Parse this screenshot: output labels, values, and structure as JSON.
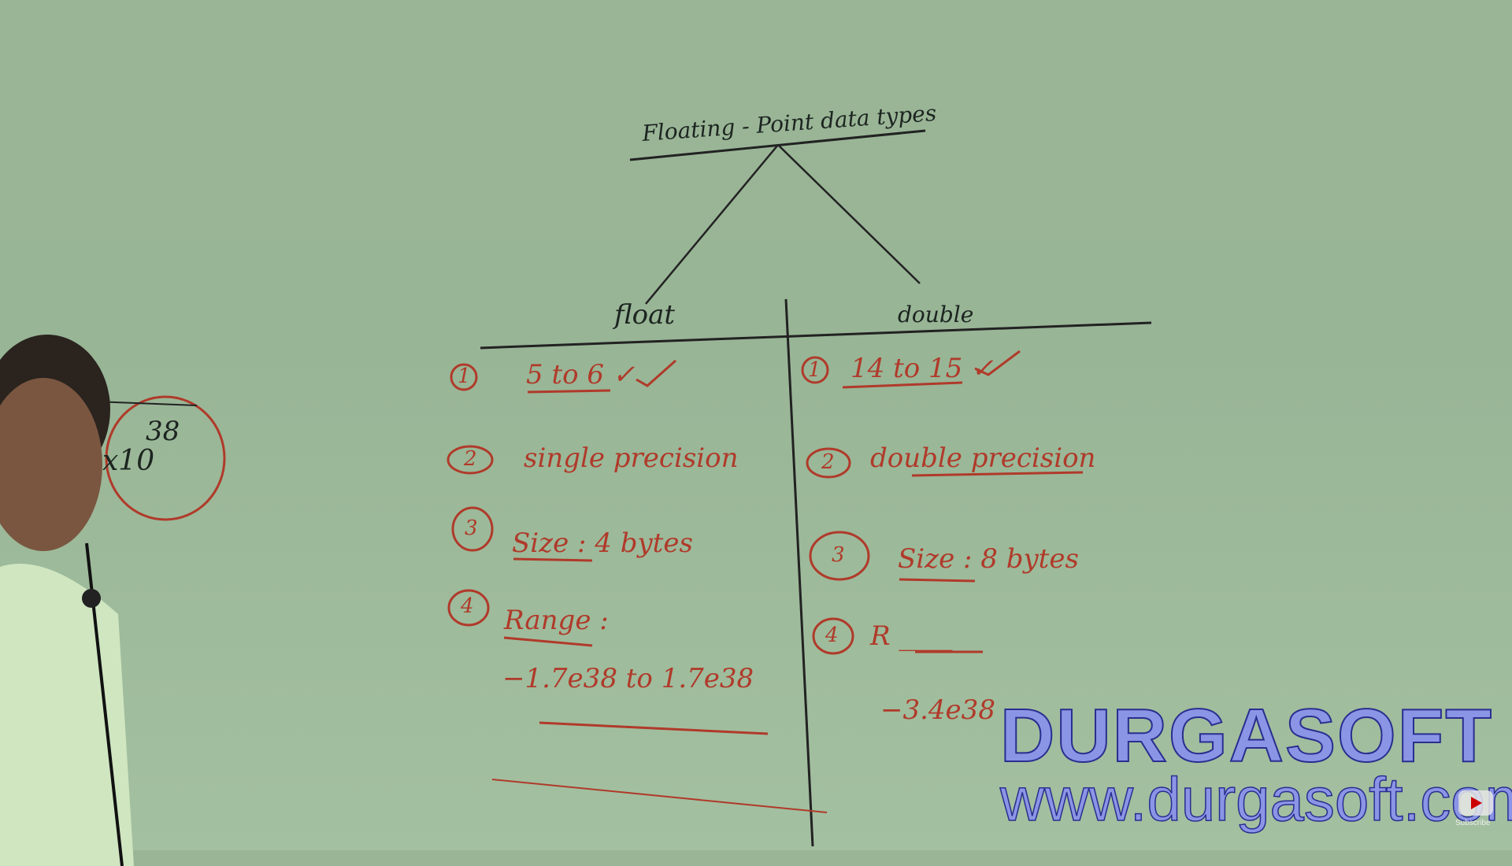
{
  "board": {
    "title": "Floating - Point data types",
    "float": {
      "heading": "float",
      "items": [
        {
          "num": "1",
          "text": "5 to 6 ✓"
        },
        {
          "num": "2",
          "text": "single precision"
        },
        {
          "num": "3",
          "text": "Size : 4 bytes"
        },
        {
          "num": "4",
          "text": "Range :"
        }
      ],
      "range_value": "−1.7e38 to 1.7e38"
    },
    "double": {
      "heading": "double",
      "items": [
        {
          "num": "1",
          "text": "14 to 15 ✓"
        },
        {
          "num": "2",
          "text": "double precision"
        },
        {
          "num": "3",
          "text": "Size : 8 bytes"
        },
        {
          "num": "4",
          "text": "R ____"
        }
      ],
      "range_value": "−3.4e38"
    },
    "side_note": {
      "exp": "38",
      "base": "x10"
    }
  },
  "watermark": {
    "brand": "DURGASOFT",
    "url": "www.durgasoft.com"
  },
  "youtube": {
    "label": "Subscribe"
  },
  "colors": {
    "marker_black": "#1c2420",
    "marker_red": "#b03a2a",
    "board": "#9ab596",
    "watermark": "#8a95e6"
  }
}
